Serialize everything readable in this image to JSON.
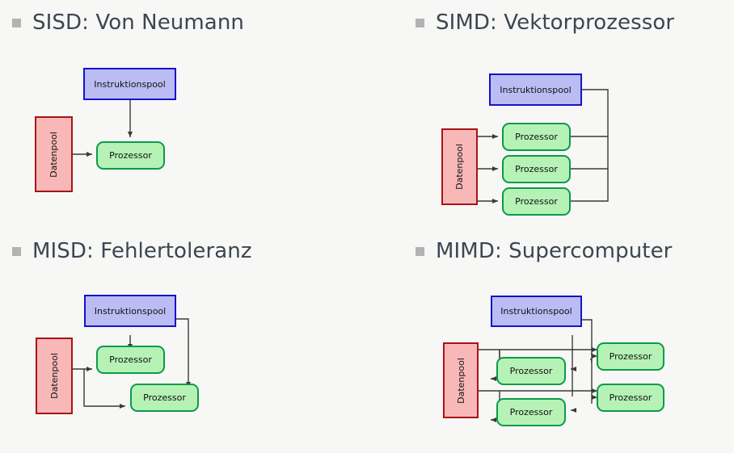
{
  "slide": {
    "background_color": "#f7f7f5",
    "title_color": "#3b4651",
    "bullet_color": "#b3b3b3"
  },
  "labels": {
    "instruktionspool": "Instruktionspool",
    "prozessor": "Prozessor",
    "datenpool": "Datenpool"
  },
  "quadrants": [
    {
      "id": "sisd",
      "heading": "SISD: Von Neumann",
      "instruction_pools": 1,
      "data_pools": 1,
      "processors": 1
    },
    {
      "id": "simd",
      "heading": "SIMD: Vektorprozessor",
      "instruction_pools": 1,
      "data_pools": 1,
      "processors": 3
    },
    {
      "id": "misd",
      "heading": "MISD: Fehlertoleranz",
      "instruction_pools": 1,
      "data_pools": 1,
      "processors": 2
    },
    {
      "id": "mimd",
      "heading": "MIMD: Supercomputer",
      "instruction_pools": 1,
      "data_pools": 1,
      "processors": 4
    }
  ],
  "colors": {
    "instruction_fill": "#bcbcf5",
    "instruction_border": "#1414c8",
    "processor_fill": "#b6f2b6",
    "processor_border": "#0a9a4a",
    "data_fill": "#f9b8b8",
    "data_border": "#a81414",
    "wire": "#3a3a3a"
  }
}
